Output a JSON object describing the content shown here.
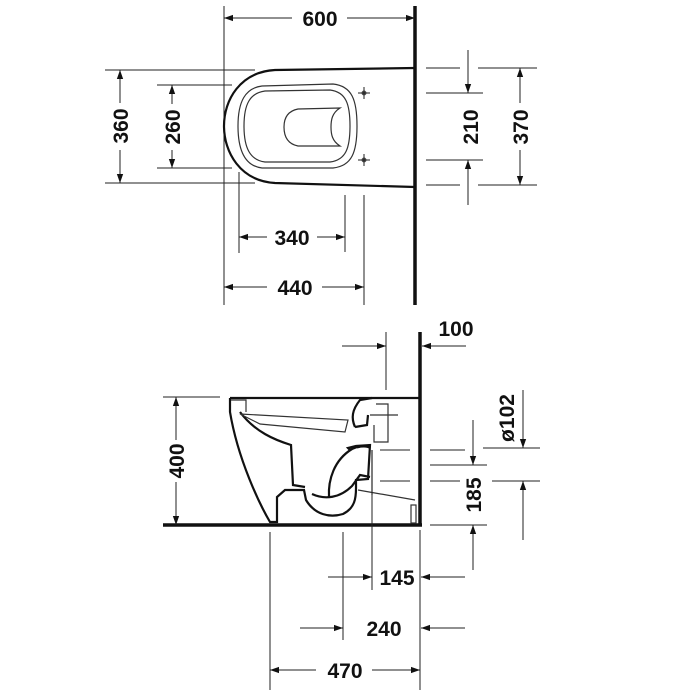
{
  "drawing": {
    "top_view": {
      "overall_length": "600",
      "overall_width": "360",
      "seat_width": "260",
      "fixing_spacing": "210",
      "wall_width": "370",
      "seat_depth": "340",
      "fixing_offset": "440"
    },
    "side_view": {
      "wall_gap": "100",
      "height": "400",
      "outlet_diameter": "ø102",
      "outlet_height": "185",
      "outlet_to_wall": "145",
      "pan_to_wall": "240",
      "total_depth": "470"
    },
    "colors": {
      "line": "#111111",
      "background": "#ffffff"
    }
  }
}
